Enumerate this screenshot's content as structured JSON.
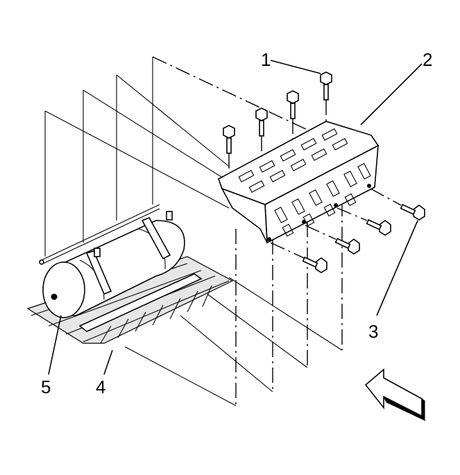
{
  "callouts": [
    {
      "id": "1",
      "text": "1"
    },
    {
      "id": "2",
      "text": "2"
    },
    {
      "id": "3",
      "text": "3"
    },
    {
      "id": "4",
      "text": "4"
    },
    {
      "id": "5",
      "text": "5"
    }
  ],
  "icons": [
    "bolt-icon",
    "shield-icon",
    "tank-icon",
    "bracket-icon",
    "direction-arrow-icon"
  ],
  "colors": {
    "line": "#000000",
    "background": "#ffffff",
    "shade": "#e6e6e6"
  }
}
